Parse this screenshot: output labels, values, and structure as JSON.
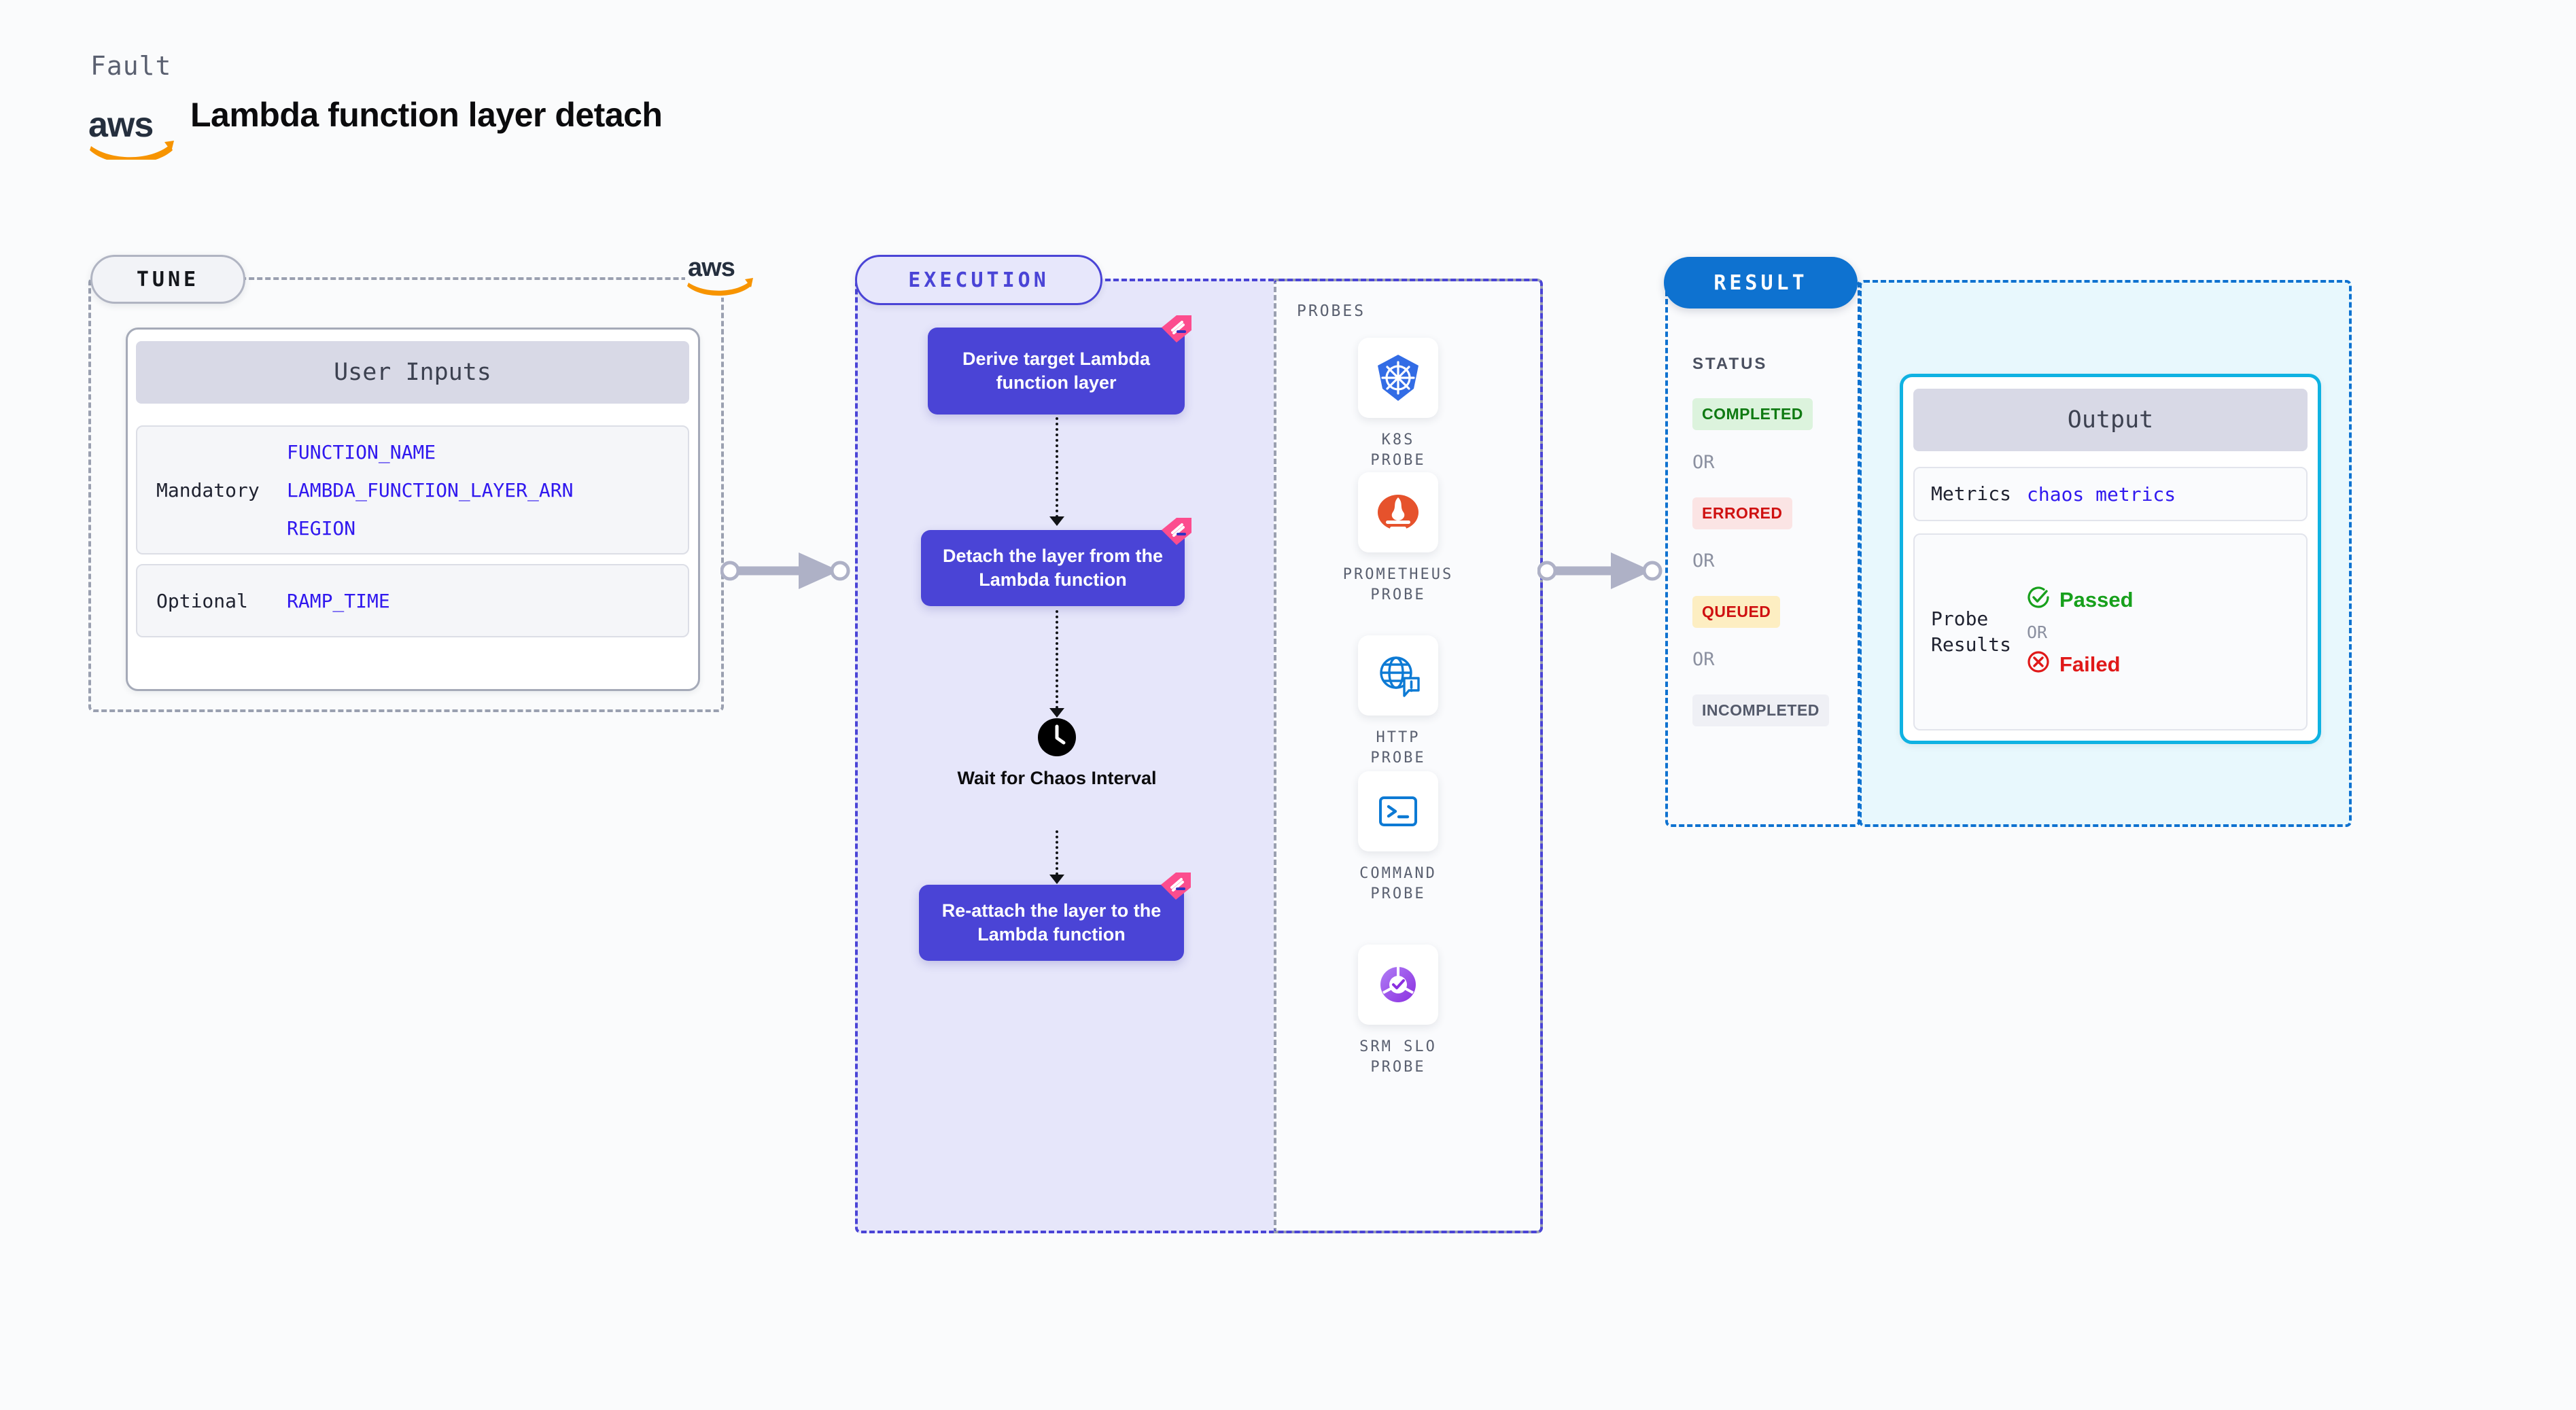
{
  "header": {
    "kicker": "Fault",
    "title": "Lambda function layer detach",
    "logo": "aws-logo"
  },
  "tune": {
    "pill_label": "TUNE",
    "card_title": "User Inputs",
    "groups": [
      {
        "label": "Mandatory",
        "values": [
          "FUNCTION_NAME",
          "LAMBDA_FUNCTION_LAYER_ARN",
          "REGION"
        ]
      },
      {
        "label": "Optional",
        "values": [
          "RAMP_TIME"
        ]
      }
    ]
  },
  "execution": {
    "pill_label": "EXECUTION",
    "steps": [
      {
        "text": "Derive target Lambda function layer",
        "badge": "harness-chaos-icon"
      },
      {
        "text": "Detach the layer from the Lambda function",
        "badge": "harness-chaos-icon"
      },
      {
        "text": "Re-attach the layer to the Lambda function",
        "badge": "harness-chaos-icon"
      }
    ],
    "wait_label": "Wait for Chaos Interval",
    "wait_icon": "clock-icon"
  },
  "probes": {
    "title": "PROBES",
    "items": [
      {
        "label": "K8S PROBE",
        "icon": "kubernetes-icon"
      },
      {
        "label": "PROMETHEUS PROBE",
        "icon": "prometheus-icon"
      },
      {
        "label": "HTTP PROBE",
        "icon": "http-globe-warning-icon"
      },
      {
        "label": "COMMAND PROBE",
        "icon": "terminal-icon"
      },
      {
        "label": "SRM SLO PROBE",
        "icon": "srm-slo-icon"
      }
    ]
  },
  "result": {
    "pill_label": "RESULT",
    "status_title": "STATUS",
    "or_label": "OR",
    "statuses": [
      {
        "label": "COMPLETED",
        "bg": "#dcf3dd",
        "fg": "#0f7a12"
      },
      {
        "label": "ERRORED",
        "bg": "#fbe4e4",
        "fg": "#cf1111"
      },
      {
        "label": "QUEUED",
        "bg": "#fdeec2",
        "fg": "#cf1111"
      },
      {
        "label": "INCOMPLETED",
        "bg": "#eff0f5",
        "fg": "#545a6b"
      }
    ],
    "output": {
      "title": "Output",
      "metrics_label": "Metrics",
      "metrics_value": "chaos metrics",
      "probe_results_label": "Probe Results",
      "passed_label": "Passed",
      "failed_label": "Failed",
      "or_label": "OR"
    }
  },
  "colors": {
    "primary_purple": "#4a44d6",
    "result_blue": "#0e72d0",
    "output_border": "#0fb2e2",
    "badge_pink": "#fc4d8e",
    "mono_blue": "#3018ef",
    "aws_orange": "#f79400"
  }
}
